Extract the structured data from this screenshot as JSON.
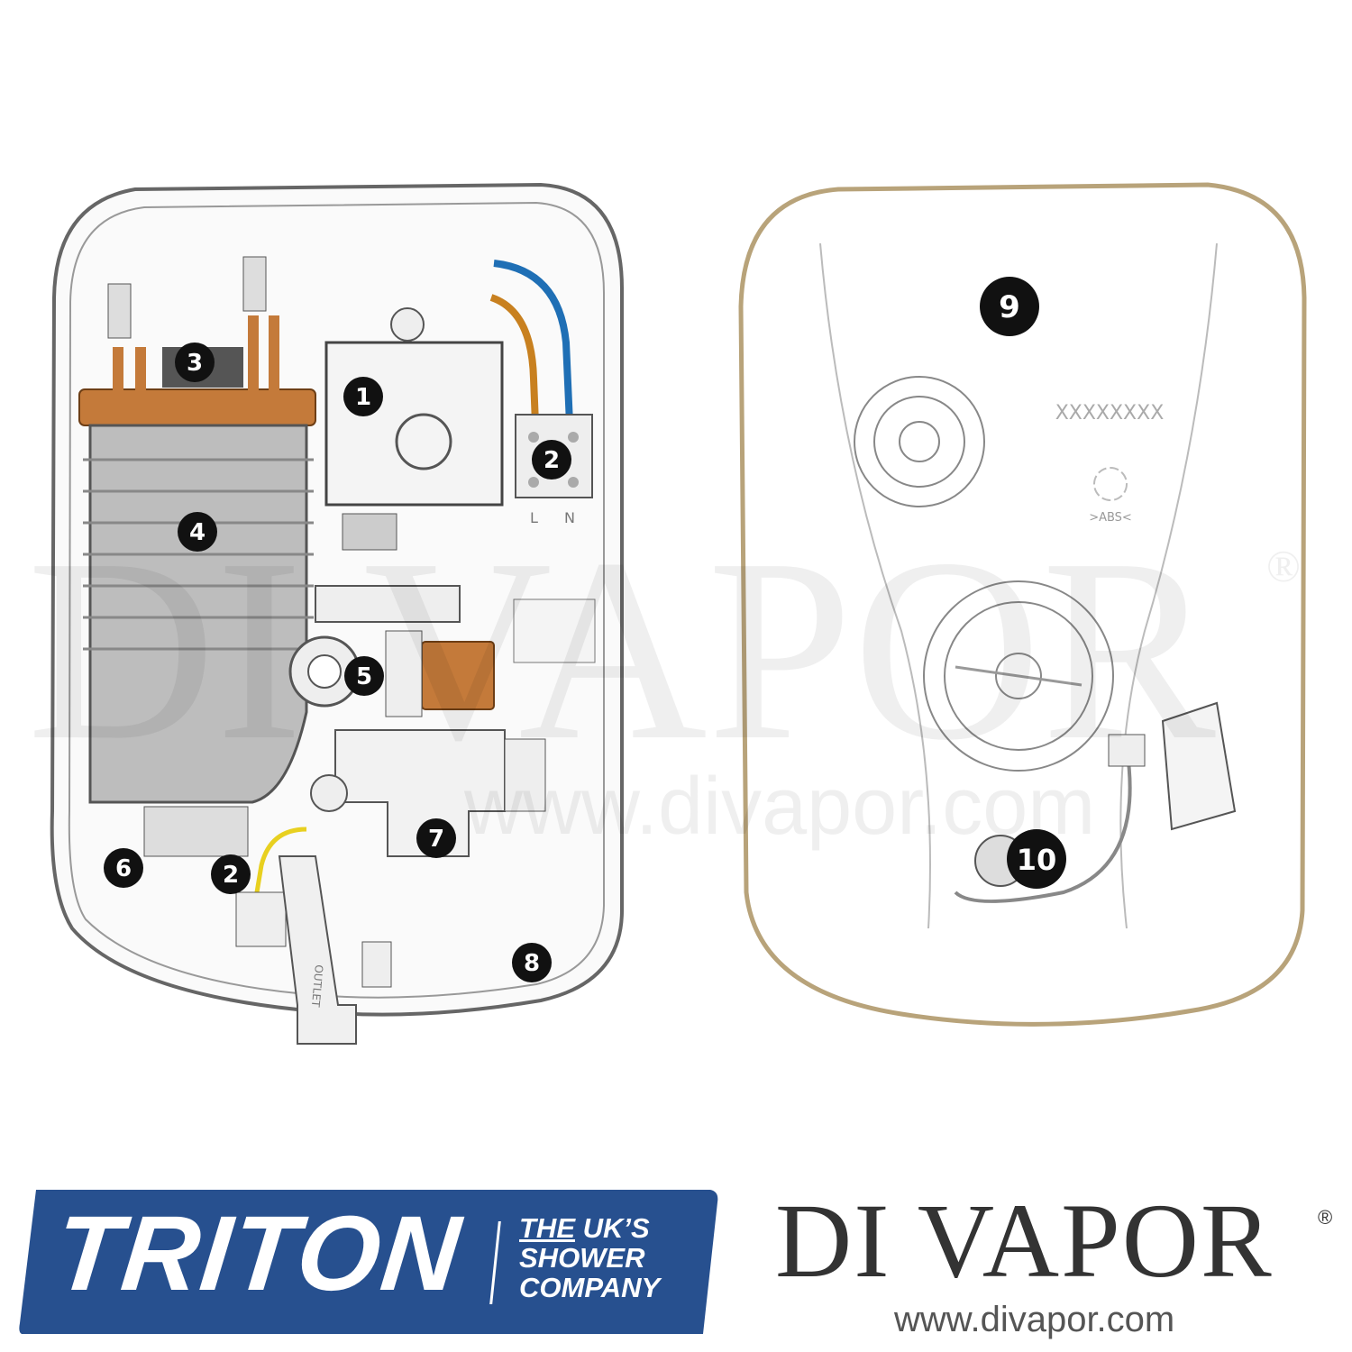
{
  "callouts": {
    "left_unit": [
      {
        "label": "1",
        "part": "pcb-assembly"
      },
      {
        "label": "2",
        "part": "terminal-block"
      },
      {
        "label": "3",
        "part": "heater-terminals"
      },
      {
        "label": "4",
        "part": "heater-tank"
      },
      {
        "label": "5",
        "part": "solenoid-valve"
      },
      {
        "label": "6",
        "part": "pressure-relief"
      },
      {
        "label": "2",
        "part": "thermal-cutout"
      },
      {
        "label": "7",
        "part": "flow-valve"
      },
      {
        "label": "8",
        "part": "backplate"
      }
    ],
    "cover": [
      {
        "label": "9",
        "part": "cover"
      },
      {
        "label": "10",
        "part": "switch-harness"
      }
    ]
  },
  "component_text": {
    "terminal_L": "L",
    "terminal_N": "N",
    "outlet": "OUTLET",
    "cover_code": "XXXXXXXX",
    "cover_material": ">ABS<"
  },
  "watermark": {
    "text": "DI VAPOR",
    "reg": "®",
    "url": "www.divapor.com"
  },
  "triton_logo": {
    "brand": "TRITON",
    "tagline_the": "THE",
    "tagline_1": " UK’S",
    "tagline_2": "SHOWER",
    "tagline_3": "COMPANY",
    "color": "#27508f"
  },
  "divapor_logo": {
    "name": "DI VAPOR",
    "reg": "®",
    "url": "www.divapor.com"
  },
  "colors": {
    "callout": "#111111",
    "copper": "#c47a3a",
    "blue_wire": "#1f6fb5",
    "brown_wire": "#c8801f",
    "yellow_wire": "#e8d020",
    "cover_edge": "#b8a37a"
  }
}
